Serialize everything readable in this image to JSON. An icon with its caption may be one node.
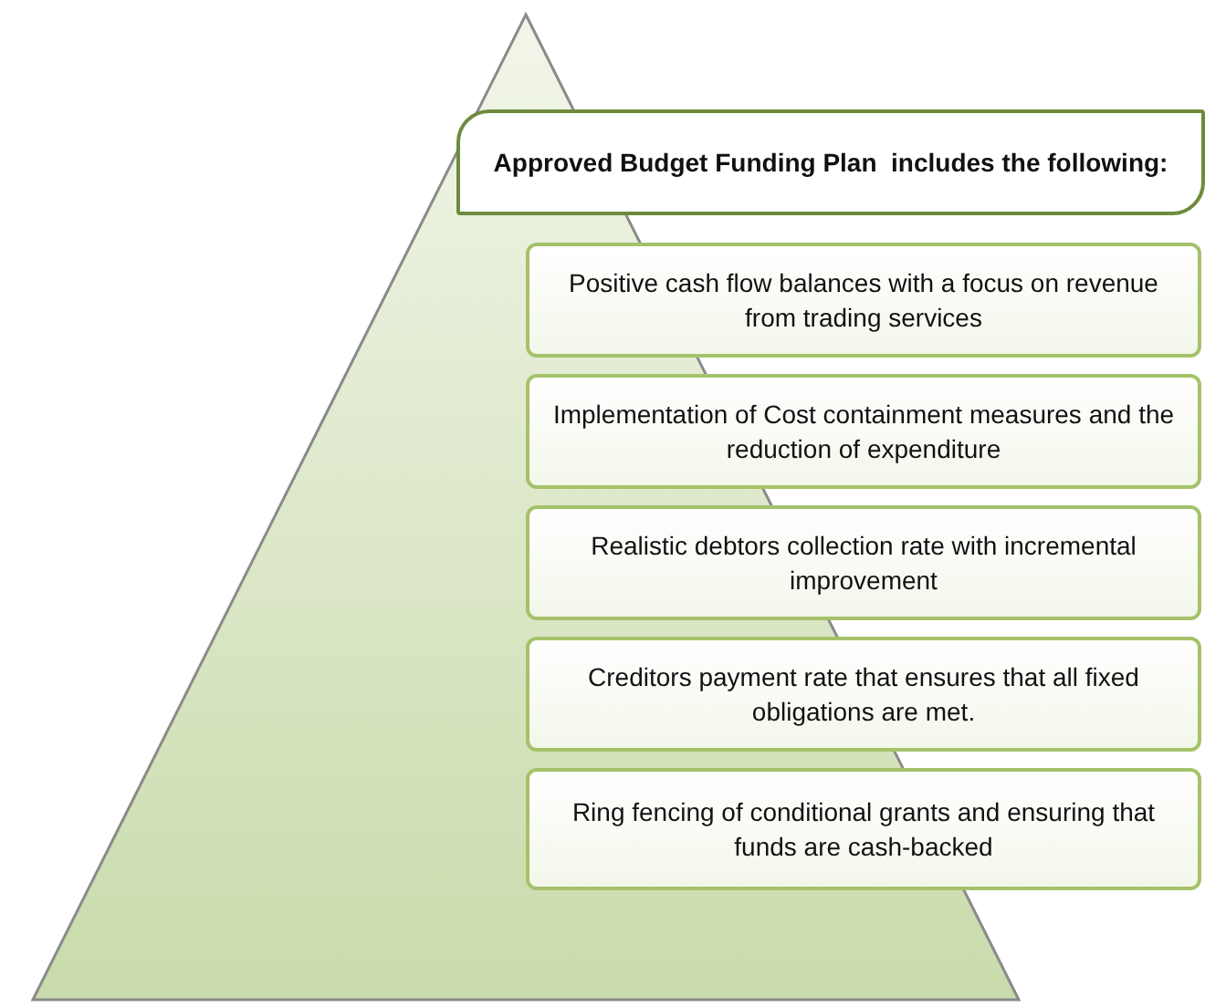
{
  "diagram": {
    "nodes": [
      {
        "text": [
          "Approved Budget Funding Plan  includes the following:"
        ]
      },
      {
        "text": [
          "Positive cash flow balances with a focus on revenue from trading services"
        ]
      },
      {
        "text": [
          "Implementation of Cost containment measures and the reduction of expenditure"
        ]
      },
      {
        "text": [
          "Realistic debtors collection rate with incremental improvement"
        ]
      },
      {
        "text": [
          "Creditors payment rate that ensures that all fixed obligations are met."
        ]
      },
      {
        "text": [
          "Ring fencing of conditional grants and ensuring that funds are cash-backed"
        ]
      }
    ],
    "edges": []
  }
}
